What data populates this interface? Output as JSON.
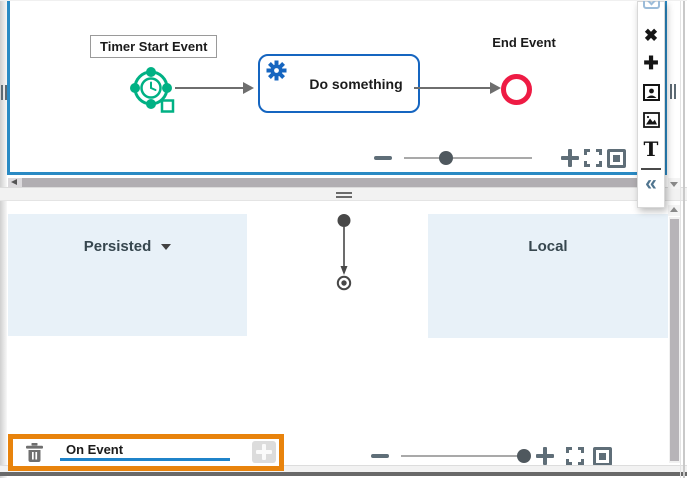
{
  "colors": {
    "canvas_border_blue": "#2a8ac4",
    "task_blue": "#1565c0",
    "start_event_green": "#00b184",
    "end_event_red": "#ee1b44",
    "highlight_orange": "#e8830c",
    "panel_light_blue": "#e8f1f8",
    "field_underline_blue": "#1f83c9"
  },
  "top_canvas": {
    "timer_start_label": "Timer Start Event",
    "task_label": "Do something",
    "end_event_label": "End Event",
    "zoom_slider_position": "33%"
  },
  "side_toolbar": {
    "items": [
      {
        "name": "expand-more-icon",
        "glyph": ""
      },
      {
        "name": "delete-icon",
        "glyph": "✖"
      },
      {
        "name": "add-icon",
        "glyph": "✚"
      },
      {
        "name": "portrait-image-icon",
        "glyph": ""
      },
      {
        "name": "landscape-image-icon",
        "glyph": ""
      },
      {
        "name": "text-tool-icon",
        "glyph": "T"
      },
      {
        "name": "collapse-panel-icon",
        "glyph": "«"
      }
    ]
  },
  "bottom_canvas": {
    "persisted_label": "Persisted",
    "local_label": "Local",
    "event_field_value": "On Event",
    "zoom_slider_position": "92%"
  }
}
